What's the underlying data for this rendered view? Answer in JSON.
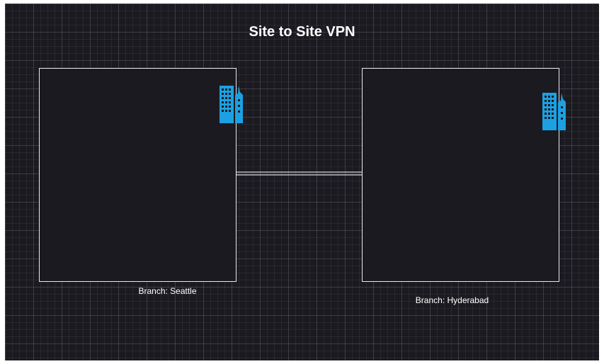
{
  "diagram": {
    "title": "Site to Site VPN",
    "sites": [
      {
        "label": "Branch: Seattle",
        "icon": "office-building-icon"
      },
      {
        "label": "Branch: Hyderabad",
        "icon": "office-building-icon"
      }
    ],
    "connection": {
      "style": "double-line"
    },
    "colors": {
      "background": "#1c1a21",
      "grid": "#3a3840",
      "box_border": "#e8e8e8",
      "icon": "#1ba1e2",
      "text": "#ffffff"
    }
  }
}
